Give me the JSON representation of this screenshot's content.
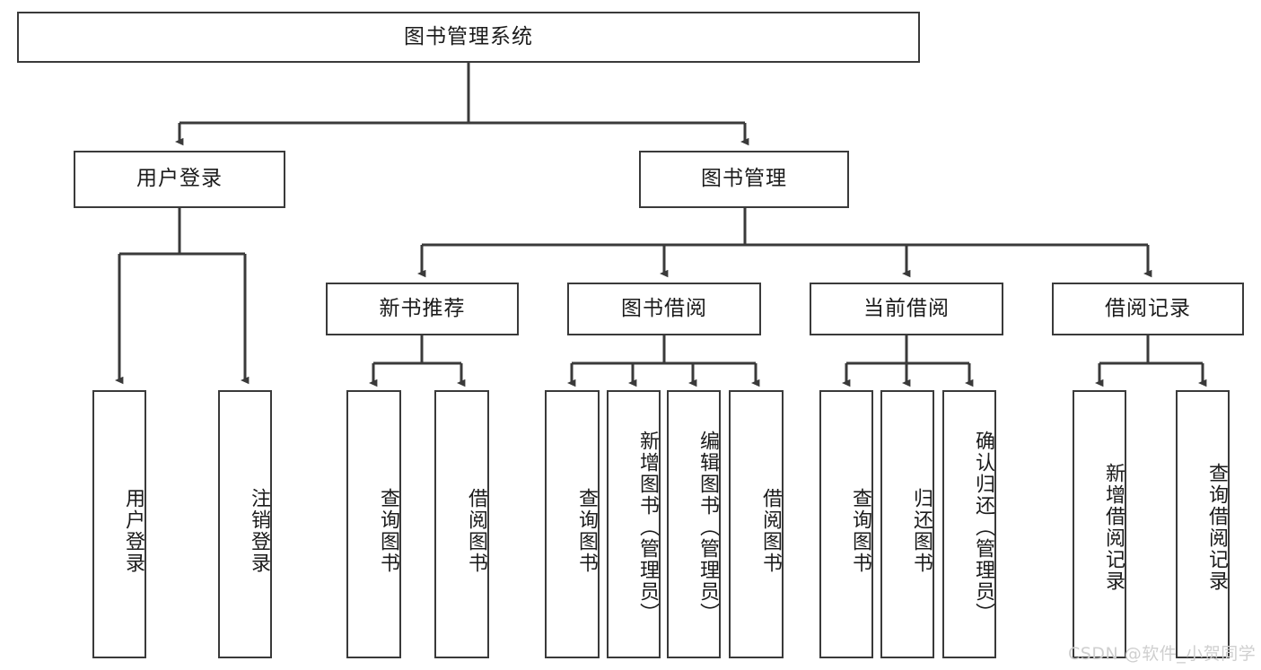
{
  "diagram": {
    "type": "tree-hierarchy",
    "title": "图书管理系统",
    "watermark": "CSDN @软件_小贺同学",
    "colors": {
      "border": "#3a3a3a",
      "background": "#ffffff",
      "text": "#1b1b1b",
      "connector": "#3a3a3a",
      "watermark": "#cfcfcf"
    },
    "root": {
      "label": "图书管理系统"
    },
    "level2": [
      {
        "label": "用户登录"
      },
      {
        "label": "图书管理"
      }
    ],
    "level3": [
      {
        "label": "新书推荐"
      },
      {
        "label": "图书借阅"
      },
      {
        "label": "当前借阅"
      },
      {
        "label": "借阅记录"
      }
    ],
    "leaves": {
      "user_login": [
        {
          "label": "用户登录"
        },
        {
          "label": "注销登录"
        }
      ],
      "new_book_recommend": [
        {
          "label": "查询图书"
        },
        {
          "label": "借阅图书"
        }
      ],
      "book_borrow": [
        {
          "label": "查询图书"
        },
        {
          "label": "新增图书（管理员）"
        },
        {
          "label": "编辑图书（管理员）"
        },
        {
          "label": "借阅图书"
        }
      ],
      "current_borrow": [
        {
          "label": "查询图书"
        },
        {
          "label": "归还图书"
        },
        {
          "label": "确认归还（管理员）"
        }
      ],
      "borrow_record": [
        {
          "label": "新增借阅记录"
        },
        {
          "label": "查询借阅记录"
        }
      ]
    }
  }
}
